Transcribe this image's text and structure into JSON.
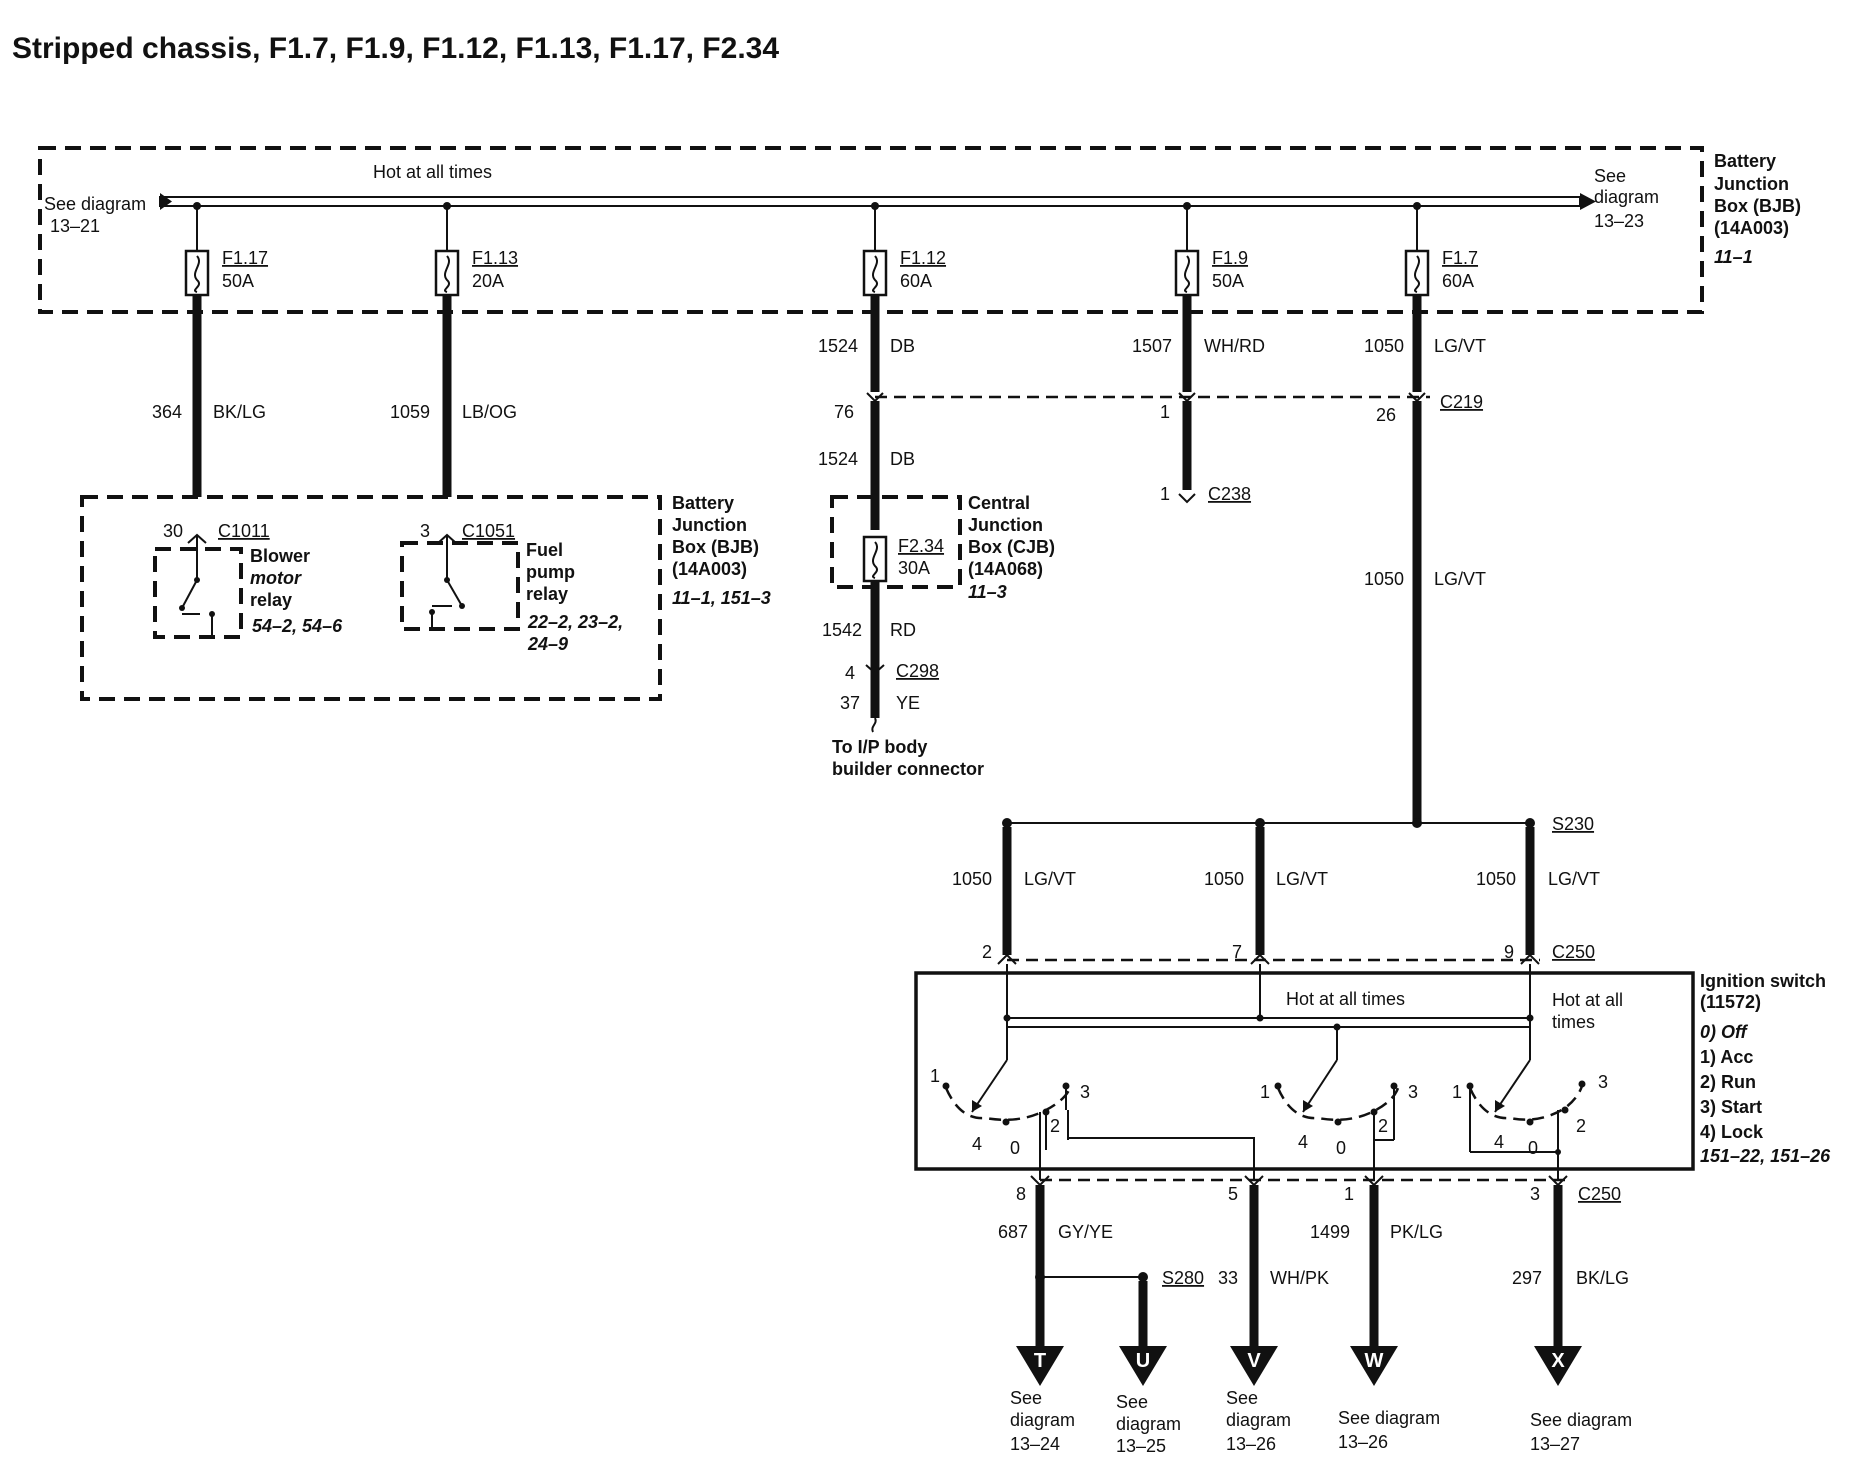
{
  "title": "Stripped chassis, F1.7, F1.9, F1.12, F1.13, F1.17, F2.34",
  "bus": {
    "label": "Hot at all times",
    "left_ref": [
      "See diagram",
      "13–21"
    ],
    "right_ref": [
      "See",
      "diagram",
      "13–23"
    ]
  },
  "bjb_top": {
    "lines": [
      "Battery",
      "Junction",
      "Box (BJB)",
      "(14A003)"
    ],
    "page": "11–1"
  },
  "fuses": [
    {
      "name": "F1.17",
      "amp": "50A"
    },
    {
      "name": "F1.13",
      "amp": "20A"
    },
    {
      "name": "F1.12",
      "amp": "60A"
    },
    {
      "name": "F1.9",
      "amp": "50A"
    },
    {
      "name": "F1.7",
      "amp": "60A"
    }
  ],
  "wires": [
    {
      "num": "364",
      "color": "BK/LG"
    },
    {
      "num": "1059",
      "color": "LB/OG"
    },
    {
      "num": "1524",
      "color": "DB"
    },
    {
      "num": "1507",
      "color": "WH/RD"
    },
    {
      "num": "1050",
      "color": "LG/VT"
    }
  ],
  "c219": {
    "label": "C219",
    "pins": [
      "76",
      "1",
      "26"
    ]
  },
  "c238": {
    "label": "C238",
    "pin": "1"
  },
  "cjb_wire_in": {
    "num": "1524",
    "color": "DB"
  },
  "cjb": {
    "lines": [
      "Central",
      "Junction",
      "Box (CJB)",
      "(14A068)"
    ],
    "page": "11–3",
    "fuse": "F2.34",
    "amp": "30A"
  },
  "cjb_out": {
    "num": "1542",
    "color": "RD"
  },
  "c298": {
    "label": "C298",
    "pin_top": "4",
    "pin_bottom": "37",
    "color": "YE"
  },
  "ip_connector": [
    "To I/P body",
    "builder connector"
  ],
  "bjb_lower": {
    "lines": [
      "Battery",
      "Junction",
      "Box (BJB)",
      "(14A003)"
    ],
    "pages": "11–1, 151–3"
  },
  "blower_relay": {
    "connector": "C1011",
    "pin": "30",
    "name": [
      "Blower",
      "motor",
      "relay"
    ],
    "refs": "54–2, 54–6"
  },
  "fuel_relay": {
    "connector": "C1051",
    "pin": "3",
    "name": [
      "Fuel",
      "pump",
      "relay"
    ],
    "refs": [
      "22–2, 23–2,",
      "24–9"
    ]
  },
  "lgvt_mid": {
    "num": "1050",
    "color": "LG/VT"
  },
  "s230": "S230",
  "splice_wires": [
    {
      "num": "1050",
      "color": "LG/VT"
    },
    {
      "num": "1050",
      "color": "LG/VT"
    },
    {
      "num": "1050",
      "color": "LG/VT"
    }
  ],
  "c250_top": {
    "label": "C250",
    "pins": [
      "2",
      "7",
      "9"
    ]
  },
  "ignition": {
    "hot_mid": "Hot at all times",
    "hot_right": [
      "Hot at all",
      "times"
    ],
    "title": [
      "Ignition switch",
      "(11572)"
    ],
    "positions": [
      "0) Off",
      "1) Acc",
      "2) Run",
      "3) Start",
      "4) Lock"
    ],
    "pages": "151–22, 151–26",
    "sw1": [
      "1",
      "3",
      "4",
      "0",
      "2"
    ],
    "sw2": [
      "1",
      "3",
      "4",
      "0",
      "2"
    ],
    "sw3": [
      "1",
      "3",
      "4",
      "0",
      "2"
    ]
  },
  "c250_bottom": {
    "label": "C250",
    "pins": [
      "8",
      "5",
      "1",
      "3"
    ]
  },
  "out_wires": [
    {
      "num": "687",
      "color": "GY/YE"
    },
    {
      "num": "33",
      "color": "WH/PK"
    },
    {
      "num": "1499",
      "color": "PK/LG"
    },
    {
      "num": "297",
      "color": "BK/LG"
    }
  ],
  "s280": "S280",
  "outputs": [
    {
      "letter": "T",
      "ref": [
        "See",
        "diagram",
        "13–24"
      ]
    },
    {
      "letter": "U",
      "ref": [
        "See",
        "diagram",
        "13–25"
      ]
    },
    {
      "letter": "V",
      "ref": [
        "See",
        "diagram",
        "13–26"
      ]
    },
    {
      "letter": "W",
      "ref": [
        "See diagram",
        "13–26"
      ]
    },
    {
      "letter": "X",
      "ref": [
        "See diagram",
        "13–27"
      ]
    }
  ]
}
